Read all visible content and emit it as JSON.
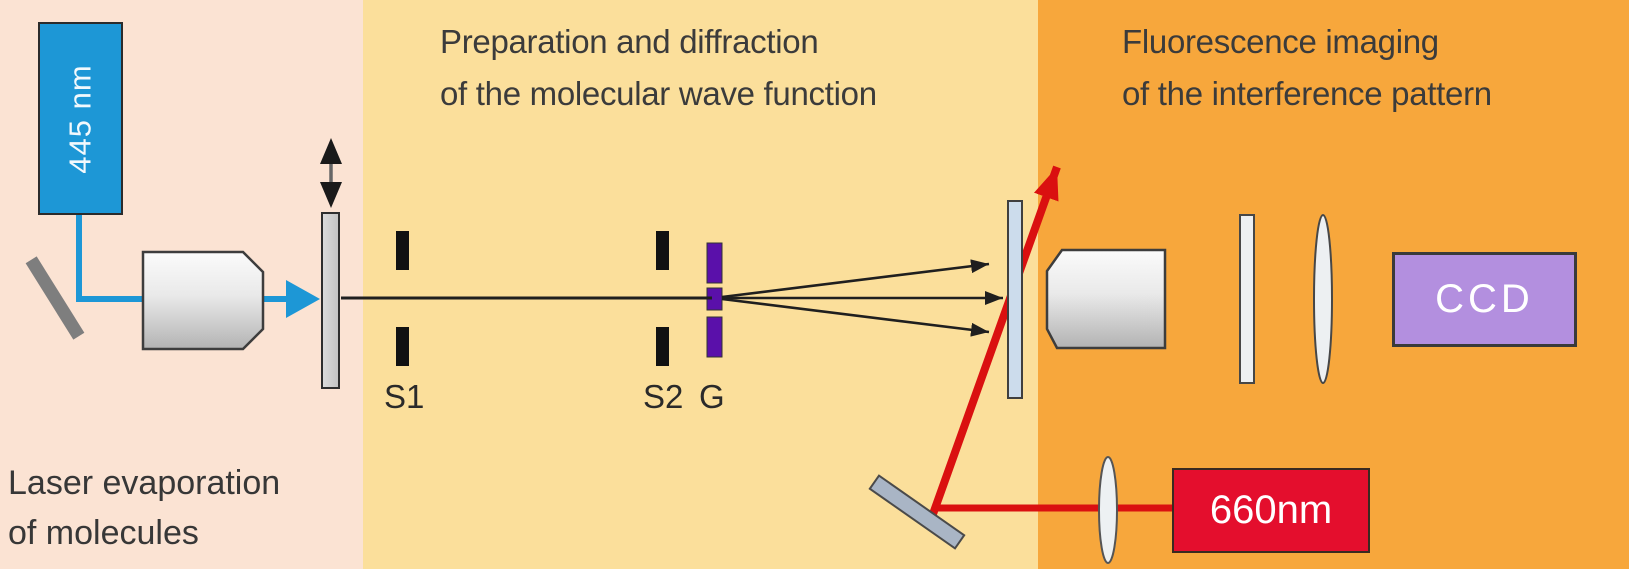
{
  "figure": {
    "type": "optical-setup-diagram",
    "description": "Three-stage molecular interference experiment schematic"
  },
  "colors": {
    "bg_left": "#fbe3d3",
    "bg_middle": "#fbdf9b",
    "bg_right": "#f7a73c",
    "laser_blue": "#1d97d6",
    "laser_red": "#e40e2d",
    "beam_red": "#da1010",
    "beam_black": "#1f1f1f",
    "grating_purple": "#5a10aa",
    "ccd_purple": "#b38fdf"
  },
  "sections": {
    "left": {
      "caption1": "Laser evaporation",
      "caption2": "of molecules"
    },
    "middle": {
      "heading1": "Preparation and diffraction",
      "heading2": "of the molecular wave function"
    },
    "right": {
      "heading1": "Fluorescence imaging",
      "heading2": "of the interference pattern"
    }
  },
  "components": {
    "laser_445": {
      "label": "445 nm"
    },
    "laser_660": {
      "label": "660nm"
    },
    "ccd": {
      "label": "CCD"
    },
    "slit1": {
      "label": "S1"
    },
    "slit2": {
      "label": "S2"
    },
    "grating": {
      "label": "G"
    }
  }
}
